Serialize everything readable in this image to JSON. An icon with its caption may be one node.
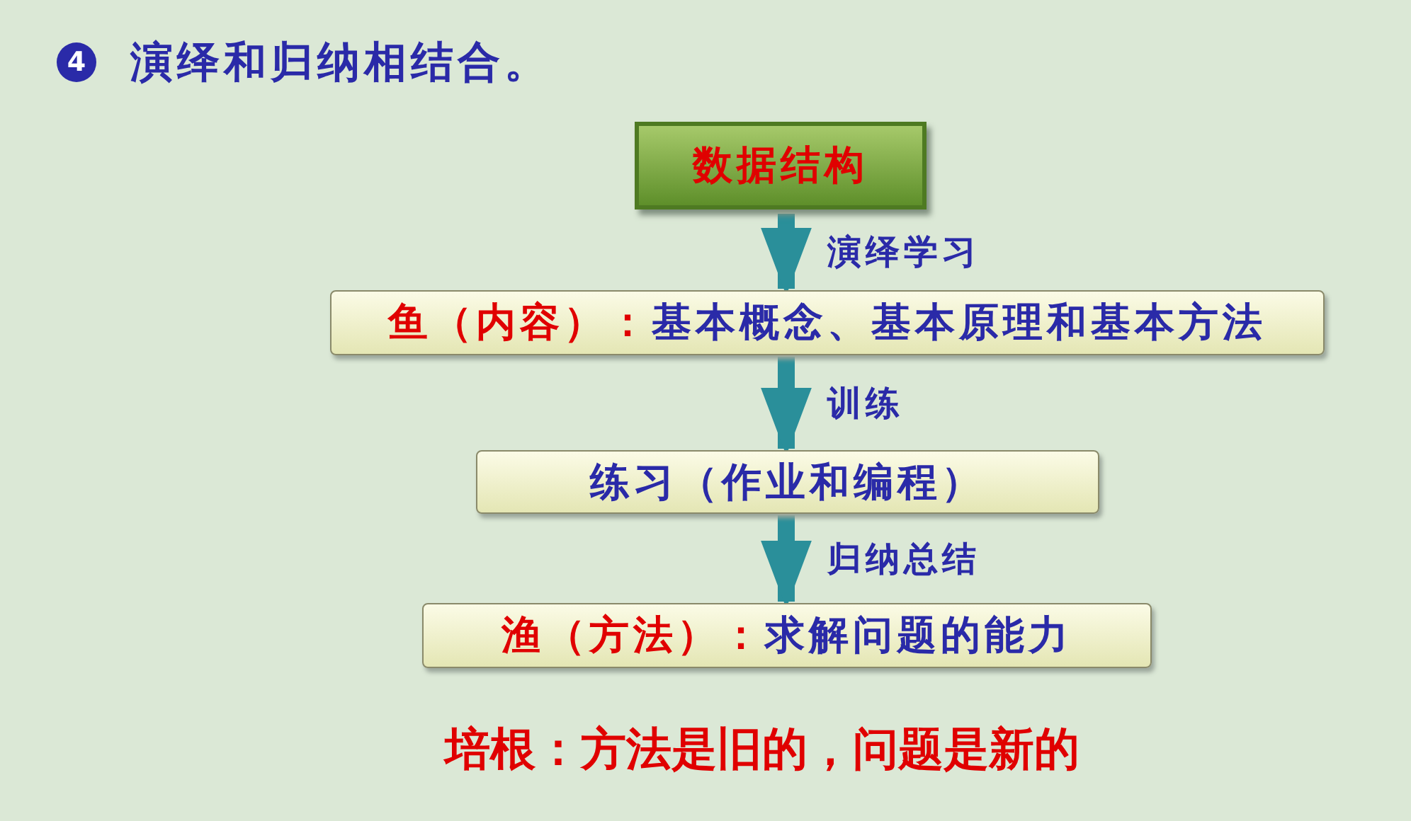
{
  "diagram": {
    "title": "演绎和归纳相结合。",
    "nodes": [
      {
        "text": [
          "数据结构"
        ]
      },
      {
        "text": [
          "鱼（内容）：",
          "基本概念、基本原理和基本方法"
        ]
      },
      {
        "text": [
          "练习（作业和编程）"
        ]
      },
      {
        "text": [
          "渔（方法）：",
          "求解问题的能力"
        ]
      }
    ],
    "edges": [
      {
        "from": 0,
        "to": 1,
        "arrow": "to",
        "label": "演绎学习"
      },
      {
        "from": 1,
        "to": 2,
        "arrow": "to",
        "label": "训练"
      },
      {
        "from": 2,
        "to": 3,
        "arrow": "to",
        "label": "归纳总结"
      }
    ],
    "labels": [
      "4",
      "培根：方法是旧的，问题是新的"
    ]
  }
}
